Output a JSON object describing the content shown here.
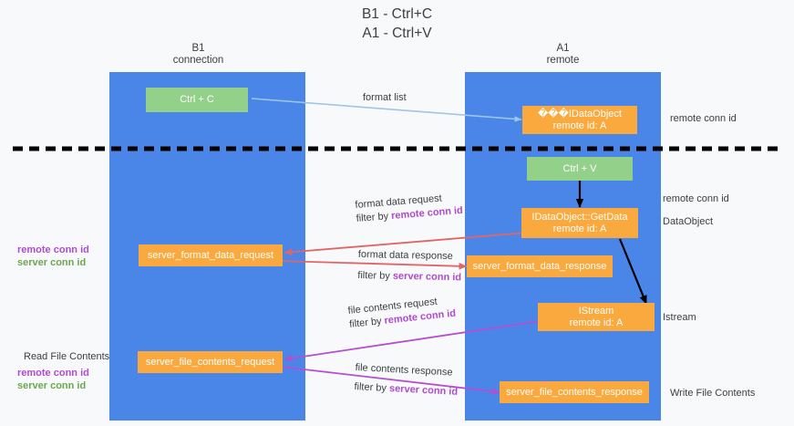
{
  "title": {
    "line1": "B1 - Ctrl+C",
    "line2": "A1 - Ctrl+V"
  },
  "columns": [
    {
      "name": "B1",
      "sub": "connection"
    },
    {
      "name": "A1",
      "sub": "remote"
    }
  ],
  "boxes": {
    "ctrl_c": "Ctrl + C",
    "ctrl_v": "Ctrl + V",
    "idataobject_l1": "���IDataObject",
    "idataobject_l2": "remote id: A",
    "getdata_l1": "IDataObject::GetData",
    "getdata_l2": "remote id: A",
    "istream_l1": "IStream",
    "istream_l2": "remote id: A",
    "server_format_data_request": "server_format_data_request",
    "server_format_data_response": "server_format_data_response",
    "server_file_contents_request": "server_file_contents_request",
    "server_file_contents_response": "server_file_contents_response"
  },
  "mid_labels": {
    "format_list": "format list",
    "format_data_request": "format data request",
    "format_data_request_filter_prefix": "filter by ",
    "format_data_request_filter_value": "remote conn id",
    "format_data_response": "format data response",
    "format_data_response_filter_prefix": "filter by ",
    "format_data_response_filter_value": "server conn id",
    "file_contents_request": "file contents request",
    "file_contents_request_filter_prefix": "filter by ",
    "file_contents_request_filter_value": "remote conn id",
    "file_contents_response": "file contents response",
    "file_contents_response_filter_prefix": "filter by ",
    "file_contents_response_filter_value": "server conn id"
  },
  "left_labels": {
    "conn_ids_remote": "remote conn id",
    "conn_ids_server": "server conn id",
    "read_file_contents": "Read File Contents",
    "read_remote": "remote conn id",
    "read_server": "server conn id"
  },
  "right_labels": {
    "remote_conn_id_top": "remote conn id",
    "remote_conn_id_mid": "remote conn id",
    "dataobject": "DataObject",
    "istream": "Istream",
    "write_file_contents": "Write File Contents"
  },
  "colors": {
    "lane": "#4a86e8",
    "green_box": "#93d089",
    "orange_box": "#f9a93e",
    "purple": "#b04ad0",
    "green_text": "#6aa84f",
    "arrow_blue": "#9fc5e8",
    "arrow_red": "#e06666",
    "arrow_purple": "#b44fd0",
    "arrow_black": "#000000",
    "divider": "#000000",
    "background": "#f8f9fa"
  }
}
